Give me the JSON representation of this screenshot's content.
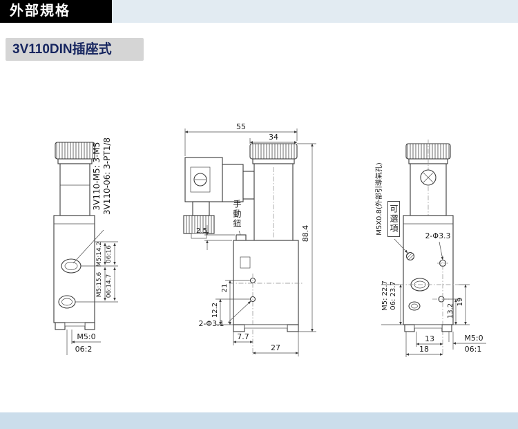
{
  "header": {
    "title": "外部規格",
    "product": "3V110DIN插座式"
  },
  "colors": {
    "header_bg": "#000000",
    "header_text": "#ffffff",
    "top_strip": "#e2ebf2",
    "subtitle_bg": "#d5d5d5",
    "subtitle_text": "#16255f",
    "bottom_strip": "#cbddeb",
    "line_color": "#3a3a3a"
  },
  "side_view": {
    "model_m5": "3V110-M5: 3-M5",
    "model_06": "3V110-06: 3-PT1/8",
    "port_dim_m5_upper": "M5:14.2",
    "port_dim_m5_lower": "M5:15.6",
    "port_dim_06_upper": "06:16",
    "port_dim_06_lower": "06:14.7",
    "base_dim_m5": "M5:0",
    "base_dim_06": "06:2"
  },
  "front_view": {
    "width": "55",
    "coil_width": "34",
    "manual_button": "手動鈕",
    "button_height": "2.5",
    "total_height": "88.4",
    "hole_upper_height": "21",
    "hole_lower_height": "12.2",
    "holes_label": "2-Φ3.1",
    "hole_offset": "7.7",
    "hole_pitch": "27"
  },
  "right_view": {
    "pilot_label": "M5X0.8(外部引導氣孔)",
    "optional_label": "可選項",
    "holes_label": "2-Φ3.3",
    "port_height_m5": "M5: 22.7",
    "port_height_06": "06: 23.7",
    "hole_height": "13.2",
    "port_height": "19",
    "hole_offset": "13",
    "hole_pitch": "18",
    "base_dim_m5": "M5:0",
    "base_dim_06": "06:1"
  }
}
